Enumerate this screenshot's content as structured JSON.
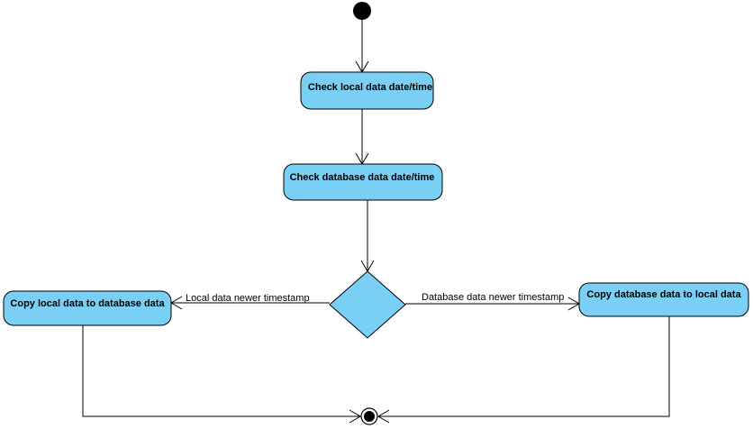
{
  "diagram": {
    "type": "activity",
    "nodes": {
      "initial": {
        "kind": "initial"
      },
      "check_local": {
        "kind": "action",
        "label": "Check local data date/time"
      },
      "check_database": {
        "kind": "action",
        "label": "Check database data date/time"
      },
      "decision": {
        "kind": "decision"
      },
      "copy_local_to_db": {
        "kind": "action",
        "label": "Copy local data to database data"
      },
      "copy_db_to_local": {
        "kind": "action",
        "label": "Copy database data to local data"
      },
      "final": {
        "kind": "final"
      }
    },
    "edges": [
      {
        "from": "initial",
        "to": "check_local",
        "label": ""
      },
      {
        "from": "check_local",
        "to": "check_database",
        "label": ""
      },
      {
        "from": "check_database",
        "to": "decision",
        "label": ""
      },
      {
        "from": "decision",
        "to": "copy_local_to_db",
        "label": "Local data newer timestamp"
      },
      {
        "from": "decision",
        "to": "copy_db_to_local",
        "label": "Database data newer timestamp"
      },
      {
        "from": "copy_local_to_db",
        "to": "final",
        "label": ""
      },
      {
        "from": "copy_db_to_local",
        "to": "final",
        "label": ""
      }
    ],
    "colors": {
      "action_fill": "#7acff5",
      "line": "#000000"
    }
  }
}
